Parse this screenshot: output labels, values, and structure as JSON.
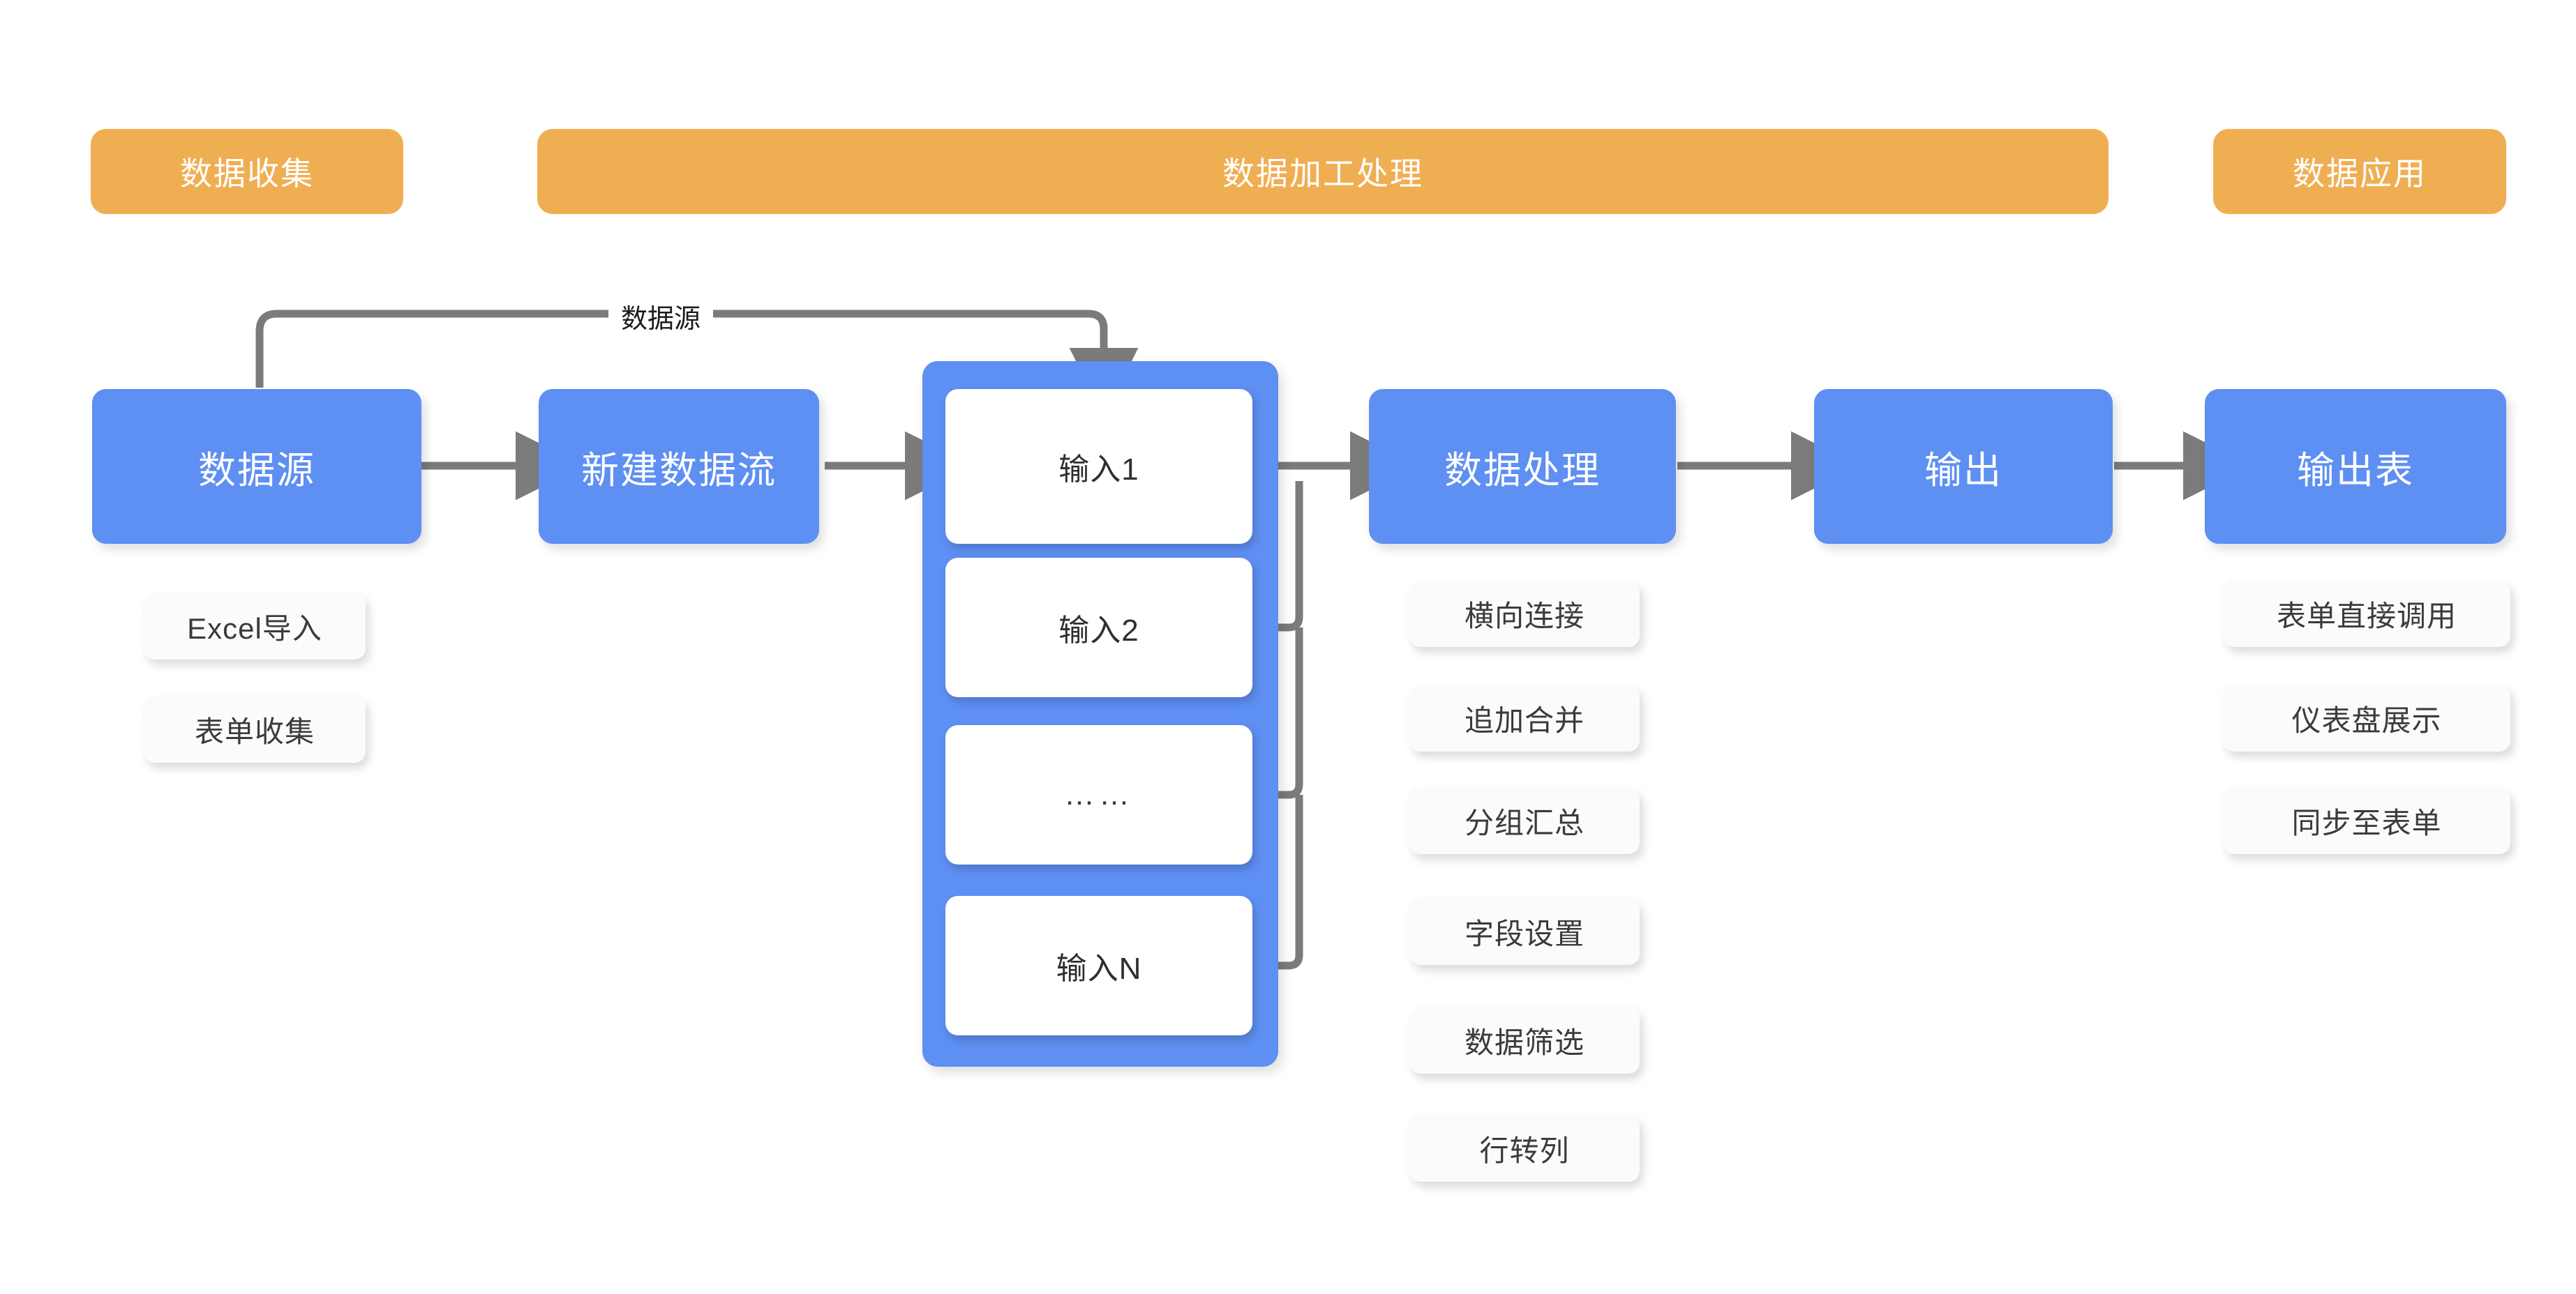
{
  "colors": {
    "phase_bar": "#F0AE52",
    "node_blue": "#5E8FF2",
    "group_blue": "#5E8FF2",
    "card_white": "#FFFFFF",
    "chip_bg": "#FBFBFB",
    "connector_gray": "#7B7B7B",
    "page_bg": "#FFFFFF"
  },
  "phases": [
    {
      "label": "数据收集"
    },
    {
      "label": "数据加工处理"
    },
    {
      "label": "数据应用"
    }
  ],
  "nodes": [
    {
      "label": "数据源"
    },
    {
      "label": "新建数据流"
    },
    {
      "label": "数据处理"
    },
    {
      "label": "输出"
    },
    {
      "label": "输出表"
    }
  ],
  "input_group": {
    "cards": [
      {
        "label": "输入1"
      },
      {
        "label": "输入2"
      },
      {
        "label": "……"
      },
      {
        "label": "输入N"
      }
    ]
  },
  "feedback": {
    "label": "数据源"
  },
  "collect_chips": [
    {
      "label": "Excel导入"
    },
    {
      "label": "表单收集"
    }
  ],
  "process_chips": [
    {
      "label": "横向连接"
    },
    {
      "label": "追加合并"
    },
    {
      "label": "分组汇总"
    },
    {
      "label": "字段设置"
    },
    {
      "label": "数据筛选"
    },
    {
      "label": "行转列"
    }
  ],
  "apply_chips": [
    {
      "label": "表单直接调用"
    },
    {
      "label": "仪表盘展示"
    },
    {
      "label": "同步至表单"
    }
  ]
}
